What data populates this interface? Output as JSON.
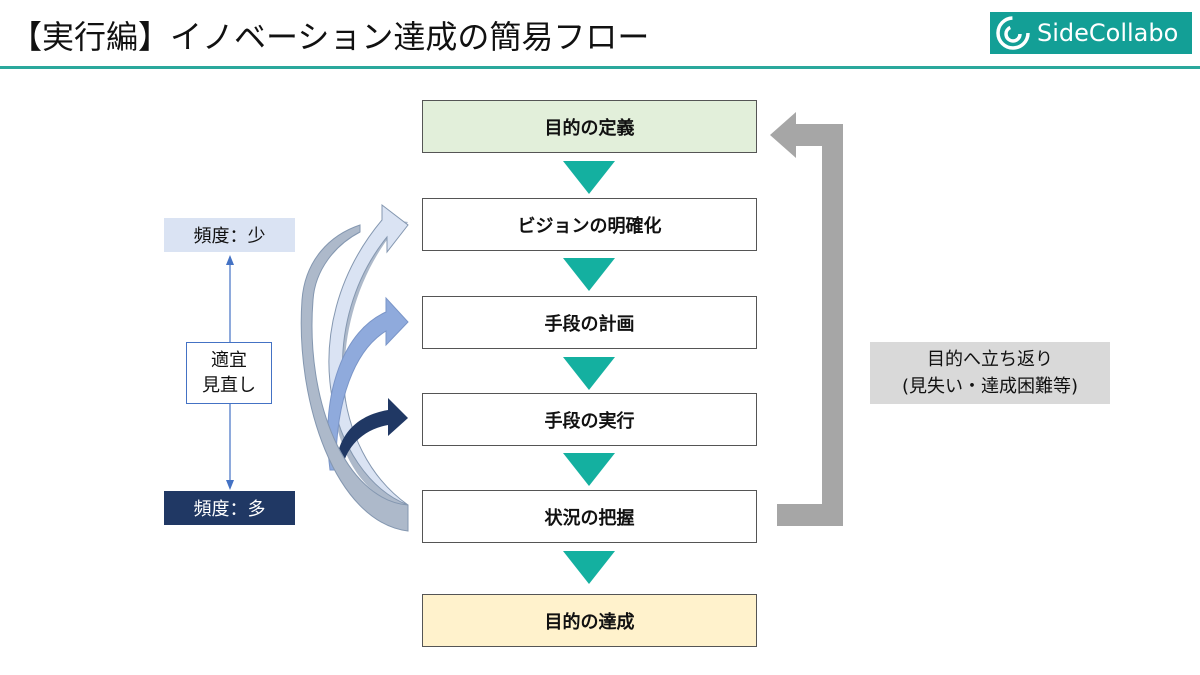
{
  "header": {
    "title": "【実行編】イノベーション達成の簡易フロー",
    "logo_text": "SideCollabo"
  },
  "flow": {
    "steps": [
      "目的の定義",
      "ビジョンの明確化",
      "手段の計画",
      "手段の実行",
      "状況の把握",
      "目的の達成"
    ]
  },
  "frequency": {
    "low": "頻度：少",
    "high": "頻度：多"
  },
  "review": {
    "line1": "適宜",
    "line2": "見直し"
  },
  "return_note": {
    "line1": "目的へ立ち返り",
    "line2": "(見失い・達成困難等)"
  },
  "colors": {
    "accent": "#14b0a0",
    "brand": "#139f96",
    "navy": "#203864",
    "first_step": "#e2efda",
    "last_step": "#fff2cc"
  }
}
